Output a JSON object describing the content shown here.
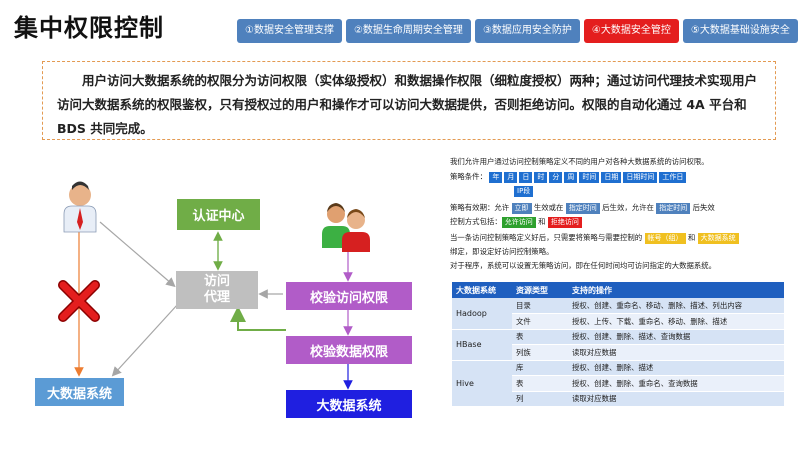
{
  "page_title": "集中权限控制",
  "tabs": [
    {
      "label": "①数据安全管理支撑",
      "active": false
    },
    {
      "label": "②数据生命周期安全管理",
      "active": false
    },
    {
      "label": "③数据应用安全防护",
      "active": false
    },
    {
      "label": "④大数据安全管控",
      "active": true
    },
    {
      "label": "⑤大数据基础设施安全",
      "active": false
    }
  ],
  "intro": "用户访问大数据系统的权限分为访问权限（实体级授权）和数据操作权限（细粒度授权）两种；通过访问代理技术实现用户访问大数据系统的权限鉴权，只有授权过的用户和操作才可以访问大数据提供，否则拒绝访问。权限的自动化通过 4A 平台和 BDS 共同完成。",
  "diagram": {
    "auth_center": "认证中心",
    "proxy": "访问\n代理",
    "bigdata_left": "大数据系统",
    "check_access": "校验访问权限",
    "check_data": "校验数据权限",
    "bigdata_right": "大数据系统"
  },
  "panel": {
    "line1": "我们允许用户通过访问控制策略定义不同的用户对各种大数据系统的访问权限。",
    "policy_label": "策略条件：",
    "policy_chips": [
      "年",
      "月",
      "日",
      "时",
      "分",
      "周",
      "时间",
      "日期",
      "日期时间",
      "工作日"
    ],
    "policy_chip_ip": "IP段",
    "validity": {
      "prefix": "策略有效期：允许",
      "chip1": "立即",
      "mid1": "生效或在",
      "chip2": "指定时间",
      "mid2": "后生效，允许在",
      "chip3": "指定时间",
      "suffix": "后失效"
    },
    "control": {
      "prefix": "控制方式包括：",
      "allow": "允许访问",
      "and": "和",
      "deny": "拒绝访问"
    },
    "bind": {
      "prefix": "当一条访问控制策略定义好后，只需要将策略与需要控制的",
      "chip1": "帐号（组）",
      "and": "和",
      "chip2": "大数据系统",
      "line2": "绑定，即设定好访问控制策略。"
    },
    "last_line": "对于程序，系统可以设置无策略访问，即在任何时间均可访问指定的大数据系统。"
  },
  "table": {
    "headers": [
      "大数据系统",
      "资源类型",
      "支持的操作"
    ],
    "groups": [
      {
        "system": "Hadoop",
        "rows": [
          {
            "type": "目录",
            "ops": "授权、创建、重命名、移动、删除、描述、列出内容"
          },
          {
            "type": "文件",
            "ops": "授权、上传、下载、重命名、移动、删除、描述"
          }
        ]
      },
      {
        "system": "HBase",
        "rows": [
          {
            "type": "表",
            "ops": "授权、创建、删除、描述、查询数据"
          },
          {
            "type": "列族",
            "ops": "读取对应数据"
          }
        ]
      },
      {
        "system": "Hive",
        "rows": [
          {
            "type": "库",
            "ops": "授权、创建、删除、描述"
          },
          {
            "type": "表",
            "ops": "授权、创建、删除、重命名、查询数据"
          },
          {
            "type": "列",
            "ops": "读取对应数据"
          }
        ]
      }
    ]
  }
}
